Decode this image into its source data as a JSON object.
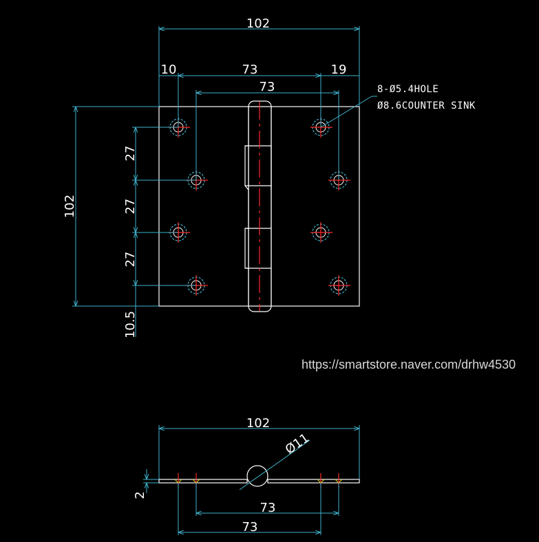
{
  "colors": {
    "background": "#000000",
    "outline": "#ffffff",
    "dimension": "#41b4cf",
    "centerline": "#ff2a2a",
    "countersink": "#41b4cf",
    "section_hatch": "#e0d000"
  },
  "top_view": {
    "overall_width": "102",
    "left_offset": "10",
    "hole_spacing_outer": "73",
    "right_offset": "19",
    "hole_spacing_inner": "73",
    "height": "102",
    "vertical_spacing_1": "27",
    "vertical_spacing_2": "27",
    "vertical_spacing_3": "27",
    "bottom_offset": "10.5",
    "note_line1": "8-Ø5.4HOLE",
    "note_line2": "Ø8.6COUNTER SINK"
  },
  "watermark": "https://smartstore.naver.com/drhw4530",
  "section_view": {
    "width": "102",
    "knuckle_diameter": "Ø11",
    "thickness": "2",
    "hole_spacing_inner": "73",
    "hole_spacing_outer": "73"
  }
}
